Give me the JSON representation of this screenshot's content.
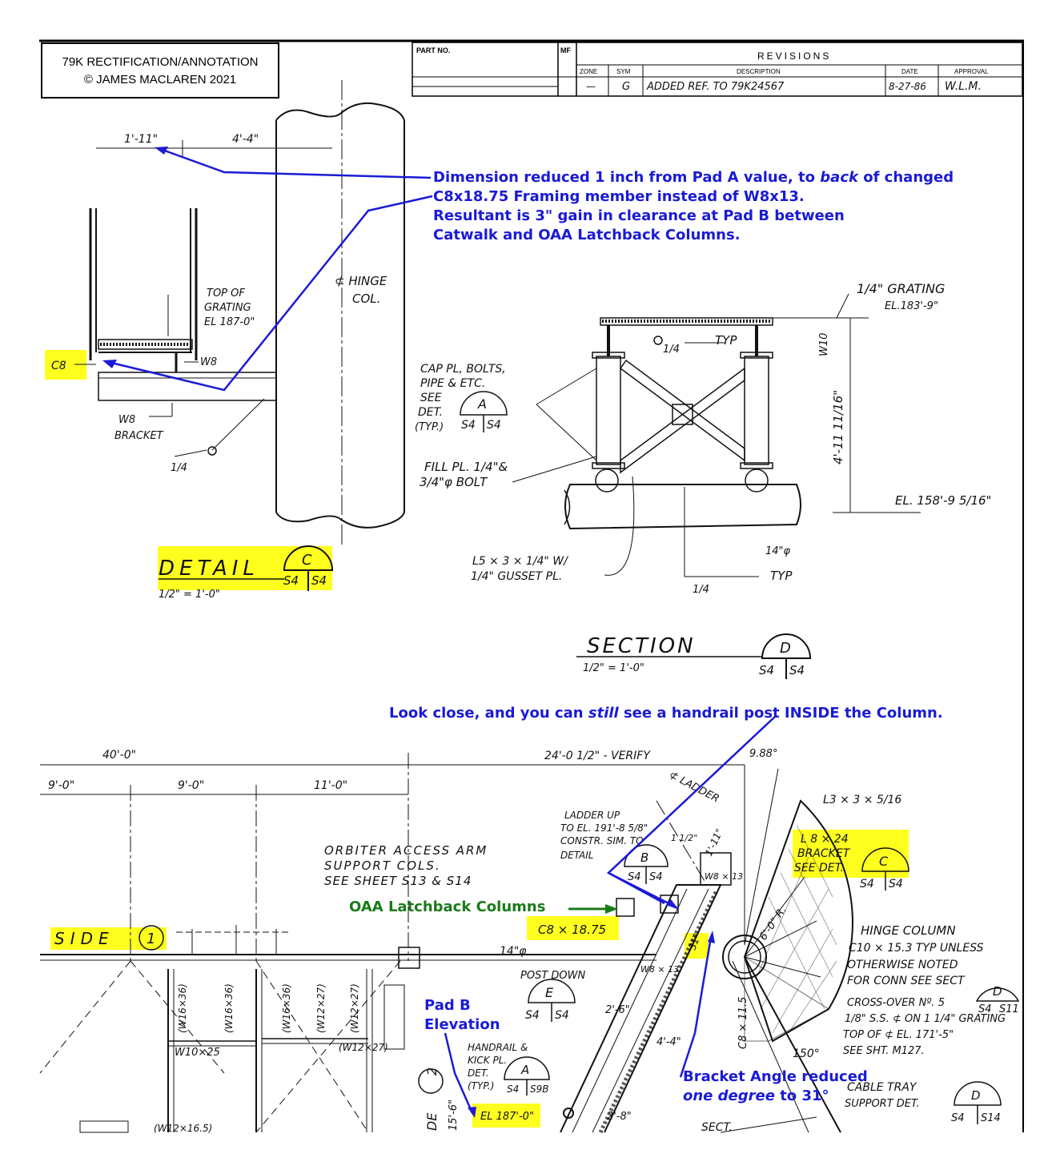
{
  "title_box": {
    "line1": "79K RECTIFICATION/ANNOTATION",
    "line2": "© JAMES MACLAREN 2021"
  },
  "revisions": {
    "part_no_label": "PART NO.",
    "mf_label": "MF",
    "heading": "REVISIONS",
    "zone_label": "ZONE",
    "sym_label": "SYM",
    "description_label": "DESCRIPTION",
    "date_label": "DATE",
    "approval_label": "APPROVAL",
    "row": {
      "zone": "—",
      "sym": "G",
      "description": "ADDED REF. TO 79K24567",
      "date": "8-27-86",
      "approval": "W.L.M."
    }
  },
  "annotations": {
    "dimension_note": [
      [
        "Dimension reduced 1 inch from Pad A value, to ",
        "back",
        " of changed"
      ],
      [
        "C8x18.75 Framing member instead of W8x13.",
        "",
        ""
      ],
      [
        "Resultant is 3\" gain in clearance at Pad B between",
        "",
        ""
      ],
      [
        "Catwalk and OAA Latchback Columns.",
        "",
        ""
      ]
    ],
    "handrail_note": [
      "Look close, and you can ",
      "still",
      " see a handrail post INSIDE the Column."
    ],
    "oaa_label": "OAA Latchback Columns",
    "pad_b_label": [
      "Pad B",
      "Elevation"
    ],
    "bracket_note": [
      "Bracket Angle reduced",
      "one degree",
      " to 31°"
    ]
  },
  "detail_c": {
    "dim_1_11": "1'-11\"",
    "dim_4_4": "4'-4\"",
    "hinge_col": [
      "⊄ HINGE",
      "COL."
    ],
    "top_grating": [
      "TOP OF",
      "GRATING",
      "EL 187-0\""
    ],
    "c8": "C8",
    "w8": "W8",
    "w8_bracket": [
      "W8",
      "BRACKET"
    ],
    "weld": "1/4",
    "title": "DETAIL",
    "letter": "C",
    "sheets": [
      "S4",
      "S4"
    ],
    "scale": "1/2\" = 1'-0\""
  },
  "section_d": {
    "grating": [
      "1/4\" GRATING",
      "EL.183'-9\""
    ],
    "typ_weld": "1/4",
    "typ": "TYP",
    "w10": "W10",
    "height": "4'-11 11/16\"",
    "cap_pl": [
      "CAP PL, BOLTS,",
      "PIPE & ETC.",
      "SEE",
      "DET.",
      "(TYP.)"
    ],
    "cap_letter": "A",
    "cap_sheets": [
      "S4",
      "S4"
    ],
    "fill_pl": [
      "FILL PL. 1/4\"&",
      "3/4\"φ BOLT"
    ],
    "angle": [
      "L5 × 3 × 1/4\" W/",
      "1/4\" GUSSET PL."
    ],
    "pipe": "14\"φ",
    "elevation": "EL. 158'-9 5/16\"",
    "bottom_weld": "1/4",
    "bottom_typ": "TYP",
    "title": "SECTION",
    "letter": "D",
    "sheets": [
      "S4",
      "S4"
    ],
    "scale": "1/2\" = 1'-0\""
  },
  "plan": {
    "dim_40": "40'-0\"",
    "dim_9a": "9'-0\"",
    "dim_9b": "9'-0\"",
    "dim_11": "11'-0\"",
    "dim_24": "24'-0 1/2\" - VERIFY",
    "angle_988": "9.88°",
    "ladder": "⊄ LADDER",
    "ladder_up": [
      "LADDER UP",
      "TO EL. 191'-8 5/8\"",
      "CONSTR. SIM. TO",
      "DETAIL"
    ],
    "ladder_letter": "B",
    "ladder_sheets": [
      "S4",
      "S4"
    ],
    "dim_1_1_2": "1 1/2\"",
    "dim_1_11": "1'-11\"",
    "orbiter": [
      "ORBITER ACCESS ARM",
      "SUPPORT COLS.",
      "SEE SHEET S13 & S14"
    ],
    "l_top": "L3 × 3 × 5/16",
    "bracket": [
      "L 8 × 24",
      "BRACKET",
      "SEE DET."
    ],
    "bracket_letter": "C",
    "bracket_sheets": [
      "S4",
      "S4"
    ],
    "side": "SIDE",
    "side_num": "1",
    "pipe": "14\"φ",
    "c8_label": "C8 × 18.75",
    "w8_13": "W8 × 13",
    "hinge_column": [
      "HINGE COLUMN",
      "C10 × 15.3 TYP UNLESS",
      "OTHERWISE NOTED",
      "FOR CONN SEE SECT"
    ],
    "hinge_letter": "D",
    "hinge_sheets": [
      "S4",
      "S11"
    ],
    "radius": "6'-0\" R.",
    "crossover": [
      "CROSS-OVER Nº. 5",
      "1/8\" S.S. ⊄ ON 1 1/4\" GRATING",
      "TOP OF ⊄ EL. 171'-5\"",
      "SEE SHT. M127."
    ],
    "post_down": "POST DOWN",
    "post_letter": "E",
    "post_sheets": [
      "S4",
      "S4"
    ],
    "handrail": [
      "HANDRAIL &",
      "KICK PL.",
      "DET.",
      "(TYP.)"
    ],
    "handrail_letter": "A",
    "handrail_sheets": [
      "S4",
      "S9B"
    ],
    "el_187": "EL 187'-0\"",
    "dim_2_6": "2'-6\"",
    "dim_4_4": "4'-4\"",
    "dim_2_8": "2'-8\"",
    "deg_150": "150°",
    "deg_31": "31°",
    "c8_115": "C8 × 11.5",
    "cable_tray": [
      "CABLE TRAY",
      "SUPPORT DET."
    ],
    "tray_letter": "D",
    "tray_sheets": [
      "S4",
      "S14"
    ],
    "sect": "SECT.",
    "w_labels": [
      "(W16×36)",
      "(W16×36)",
      "(W16×36)",
      "(W12×27)",
      "(W12×27)",
      "W10×25",
      "(W12×27)",
      "(W12×16.5)"
    ],
    "elev_side": "2",
    "side_text": "DE",
    "side_dim": "15'-6\""
  },
  "colors": {
    "annotation_blue": "#1a1ad6",
    "annotation_green": "#1a7a1a",
    "highlight_yellow": "#ffff1f",
    "ink": "#111111"
  }
}
